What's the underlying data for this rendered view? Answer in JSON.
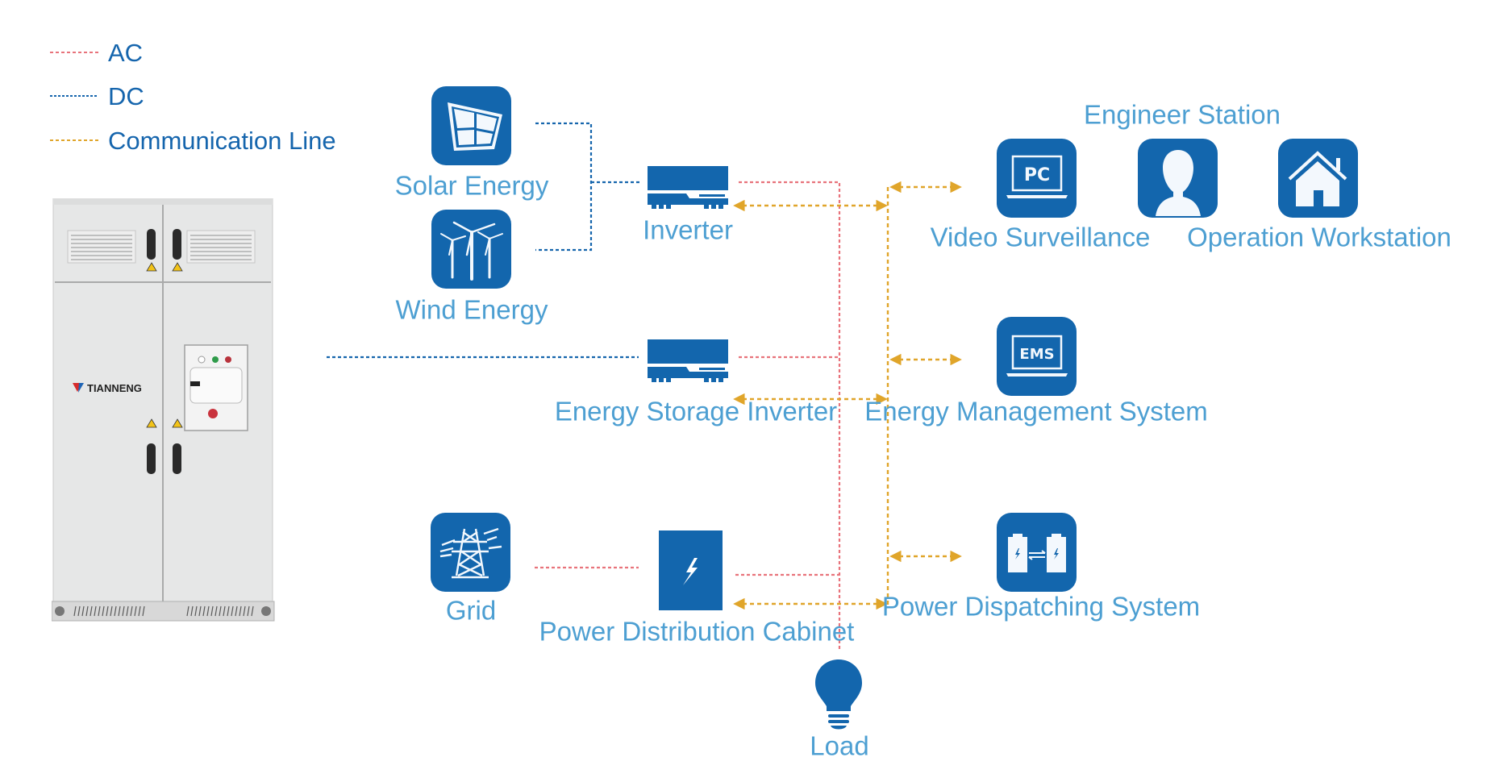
{
  "legend": [
    {
      "label": "AC",
      "color": "#e8737b"
    },
    {
      "label": "DC",
      "color": "#1565ad"
    },
    {
      "label": "Communication Line",
      "color": "#e0a52a"
    }
  ],
  "cabinet": {
    "brand": "TIANNENG"
  },
  "nodes": {
    "solar": {
      "label": "Solar Energy",
      "icon": "solar-panel-icon"
    },
    "wind": {
      "label": "Wind Energy",
      "icon": "wind-turbine-icon"
    },
    "inverter": {
      "label": "Inverter",
      "icon": "inverter-icon"
    },
    "storage_inverter": {
      "label": "Energy Storage Inverter",
      "icon": "inverter-icon"
    },
    "grid": {
      "label": "Grid",
      "icon": "power-tower-icon"
    },
    "distribution_cabinet": {
      "label": "Power Distribution Cabinet",
      "icon": "lightning-cabinet-icon"
    },
    "load": {
      "label": "Load",
      "icon": "light-bulb-icon"
    },
    "engineer_station": {
      "label": "Engineer Station",
      "icon": "person-icon"
    },
    "video_surveillance": {
      "label": "Video Surveillance",
      "icon": "pc-laptop-icon",
      "screen_text": "PC"
    },
    "operation_workstation": {
      "label": "Operation Workstation",
      "icon": "house-icon"
    },
    "ems": {
      "label": "Energy Management System",
      "icon": "ems-laptop-icon",
      "screen_text": "EMS"
    },
    "dispatching": {
      "label": "Power Dispatching System",
      "icon": "battery-exchange-icon"
    }
  },
  "colors": {
    "tile_blue": "#1366ad",
    "label_blue": "#4d9fd2",
    "ac": "#e8737b",
    "dc": "#1565ad",
    "comm": "#e0a52a"
  }
}
